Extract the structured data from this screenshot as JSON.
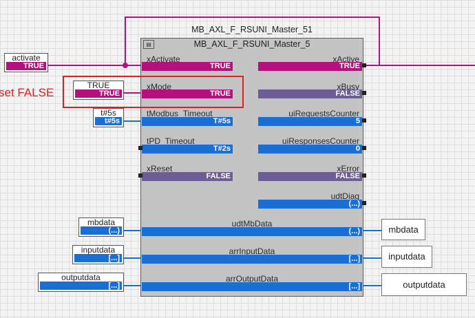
{
  "block": {
    "instance_name": "MB_AXL_F_RSUNI_Master_51",
    "type_name": "MB_AXL_F_RSUNI_Master_5",
    "icon": "fb-icon"
  },
  "inputs": {
    "xActivate": {
      "label": "xActivate",
      "value": "TRUE"
    },
    "xMode": {
      "label": "xMode",
      "value": "TRUE"
    },
    "tModbus_Timeout": {
      "label": "tModbus_Timeout",
      "value": "T#5s"
    },
    "tPD_Timeout": {
      "label": "tPD_Timeout",
      "value": "T#2s"
    },
    "xReset": {
      "label": "xReset",
      "value": "FALSE"
    }
  },
  "outputs": {
    "xActive": {
      "label": "xActive",
      "value": "TRUE"
    },
    "xBusy": {
      "label": "xBusy",
      "value": "FALSE"
    },
    "uiRequestsCounter": {
      "label": "uiRequestsCounter",
      "value": "5"
    },
    "uiResponsesCounter": {
      "label": "uiResponsesCounter",
      "value": "0"
    },
    "xError": {
      "label": "xError",
      "value": "FALSE"
    },
    "udtDiag": {
      "label": "udtDiag",
      "value": "(...)"
    }
  },
  "inouts": {
    "udtMbData": {
      "label": "udtMbData",
      "value": "(...)"
    },
    "arrInputData": {
      "label": "arrInputData",
      "value": "[...]"
    },
    "arrOutputData": {
      "label": "arrOutputData",
      "value": "[...]"
    }
  },
  "external_inputs": {
    "activate": {
      "label": "activate",
      "value": "TRUE"
    },
    "mode_const": {
      "label": "TRUE",
      "value": "TRUE"
    },
    "timeout_const": {
      "label": "t#5s",
      "value": "t#5s"
    },
    "mbdata": {
      "label": "mbdata",
      "value": "(...)"
    },
    "inputdata": {
      "label": "inputdata",
      "value": "[...]"
    },
    "outputdata": {
      "label": "outputdata",
      "value": "[...]"
    }
  },
  "external_outputs": {
    "mbdata": "mbdata",
    "inputdata": "inputdata",
    "outputdata": "outputdata"
  },
  "annotation": {
    "text": "set FALSE"
  },
  "colors": {
    "bool_true": "#b5117e",
    "bool_false": "#6c5d94",
    "numeric": "#1a6fd6",
    "highlight": "#e02020"
  }
}
